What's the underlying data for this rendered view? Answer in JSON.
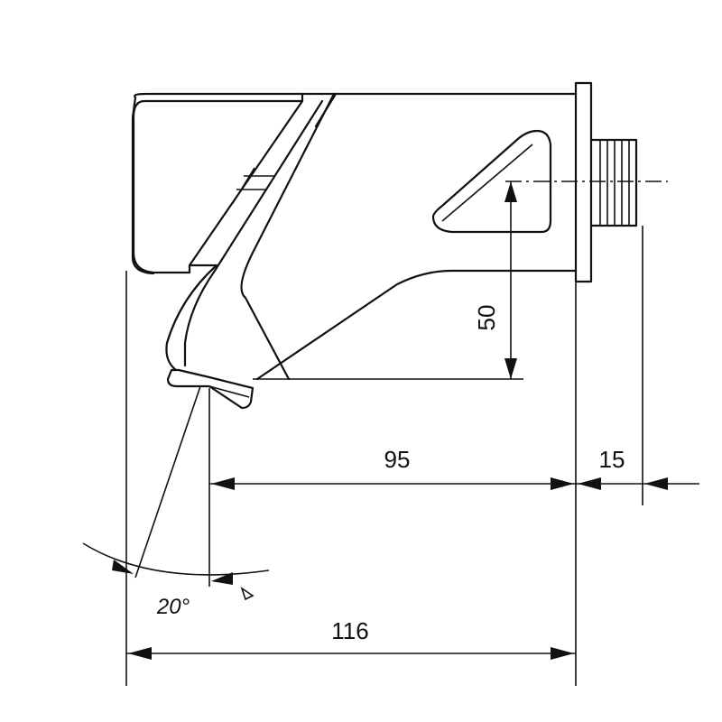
{
  "dimensions": {
    "height_label": "50",
    "spout_to_wall_label": "95",
    "thread_length_label": "15",
    "overall_length_label": "116",
    "angle_label": "20°"
  }
}
